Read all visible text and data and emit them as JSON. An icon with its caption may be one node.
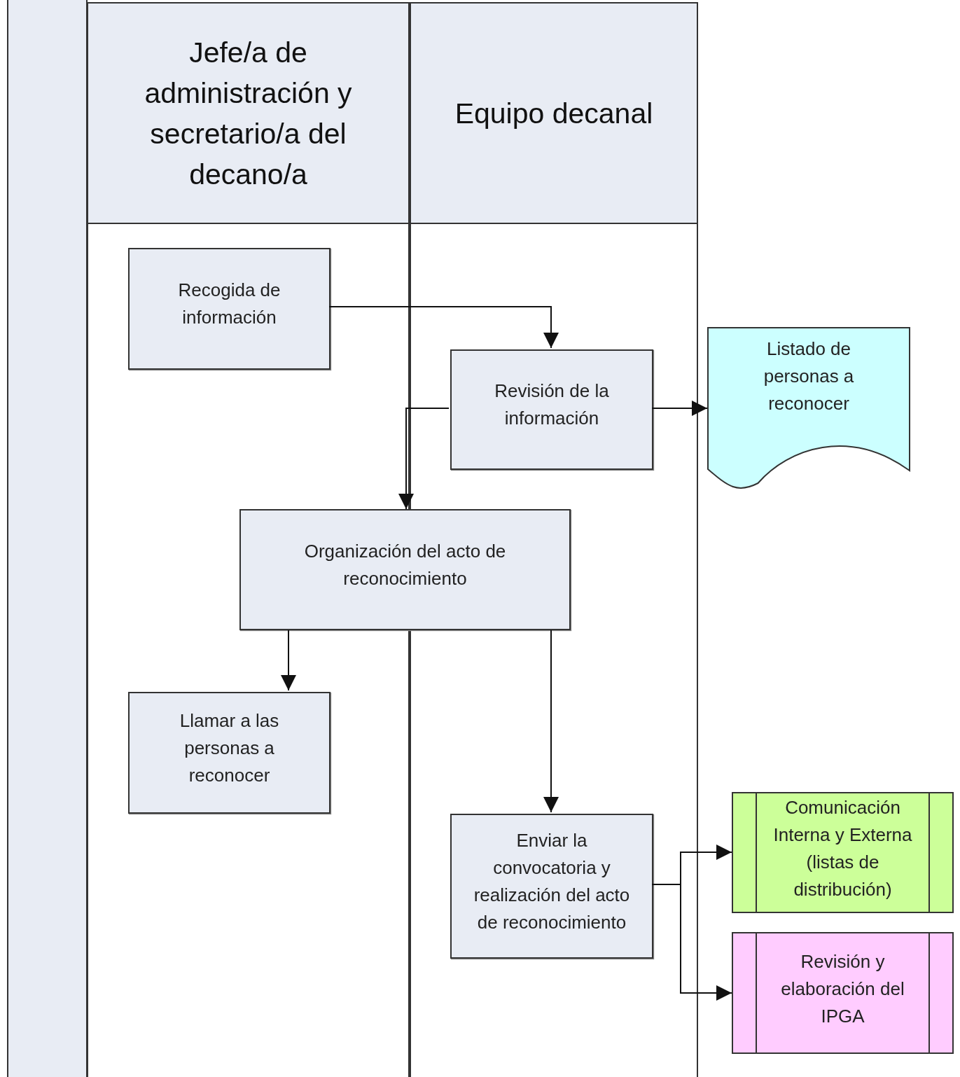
{
  "diagram": {
    "nodes": [
      {
        "text": [
          "Jefe/a de administración y secretario/a del decano/a"
        ]
      },
      {
        "text": [
          "Equipo decanal"
        ]
      },
      {
        "text": [
          "Recogida de información"
        ],
        "in": 0
      },
      {
        "text": [
          "Revisión de la información"
        ],
        "in": 1
      },
      {
        "text": [
          "Listado de personas a reconocer"
        ]
      },
      {
        "text": [
          "Organización del acto de reconocimiento"
        ]
      },
      {
        "text": [
          "Llamar a las personas a reconocer"
        ],
        "in": 0
      },
      {
        "text": [
          "Enviar la convocatoria y realización del acto de reconocimiento"
        ],
        "in": 1
      },
      {
        "text": [
          "Comunicación Interna y Externa (listas de distribución)"
        ]
      },
      {
        "text": [
          "Revisión y elaboración del IPGA"
        ]
      }
    ],
    "edges": [
      {
        "from": 2,
        "to": 3,
        "arrow": "to"
      },
      {
        "from": 3,
        "to": 4,
        "arrow": "to"
      },
      {
        "from": 3,
        "to": 5,
        "arrow": "to"
      },
      {
        "from": 5,
        "to": 6,
        "arrow": "to"
      },
      {
        "from": 5,
        "to": 7,
        "arrow": "to"
      },
      {
        "from": 7,
        "to": 8,
        "arrow": "to"
      },
      {
        "from": 7,
        "to": 9,
        "arrow": "to"
      }
    ]
  }
}
